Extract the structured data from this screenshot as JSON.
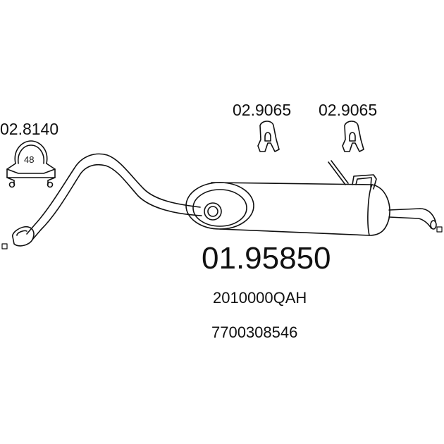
{
  "accessories": [
    {
      "part_number": "02.8140",
      "clamp_size": "48",
      "icon": "exhaust-clamp-icon"
    },
    {
      "part_number": "02.9065",
      "icon": "rubber-hanger-icon"
    },
    {
      "part_number": "02.9065",
      "icon": "rubber-hanger-icon"
    }
  ],
  "product": {
    "main_number": "01.95850",
    "oe_reference_1": "2010000QAH",
    "oe_reference_2": "7700308546"
  },
  "colors": {
    "line": "#111111",
    "background": "#ffffff"
  }
}
